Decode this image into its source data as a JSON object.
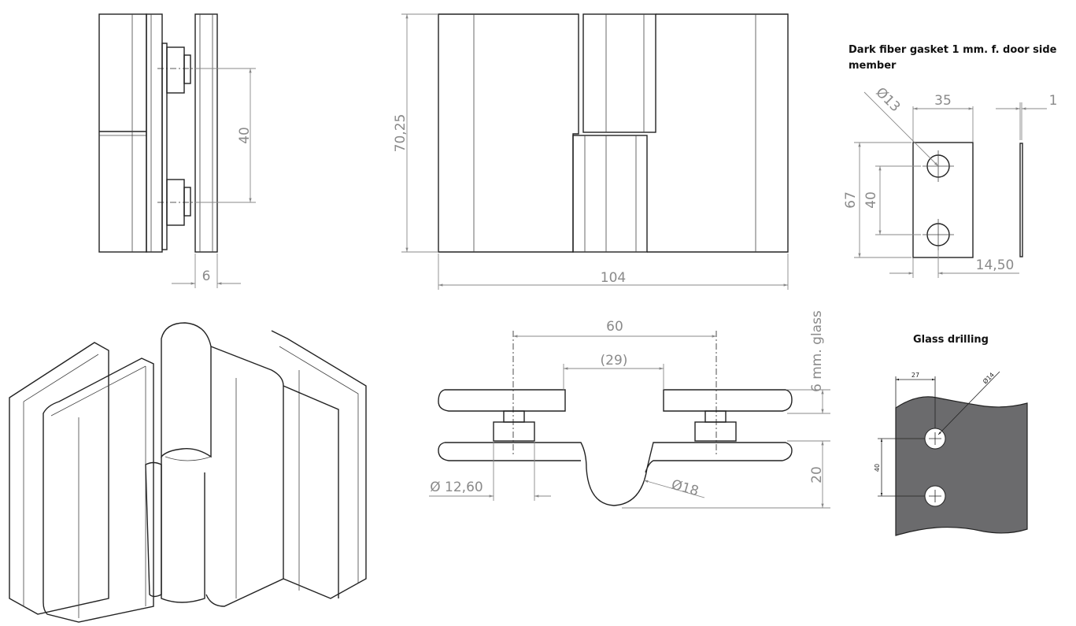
{
  "side_view": {
    "dim_hole_spacing": "40",
    "dim_offset": "6"
  },
  "front_view": {
    "dim_height": "70,25",
    "dim_width": "104"
  },
  "gasket": {
    "title_line1": "Dark fiber gasket 1 mm. f. door side",
    "title_line2": "member",
    "dim_hole_dia": "Ø13",
    "dim_width": "35",
    "dim_thickness": "1",
    "dim_height": "67",
    "dim_hole_spacing": "40",
    "dim_hole_offset": "14,50"
  },
  "top_view": {
    "dim_outer_spacing": "60",
    "dim_inner_spacing": "(29)",
    "dim_glass": "6 mm. glass",
    "dim_height": "20",
    "dim_boss_dia": "Ø 12,60",
    "dim_knuckle_dia": "Ø18"
  },
  "glass_drilling": {
    "title": "Glass drilling",
    "dim_edge": "27",
    "dim_hole_dia": "Ø14",
    "dim_hole_spacing": "40",
    "glass_color": "#6b6b6d"
  }
}
